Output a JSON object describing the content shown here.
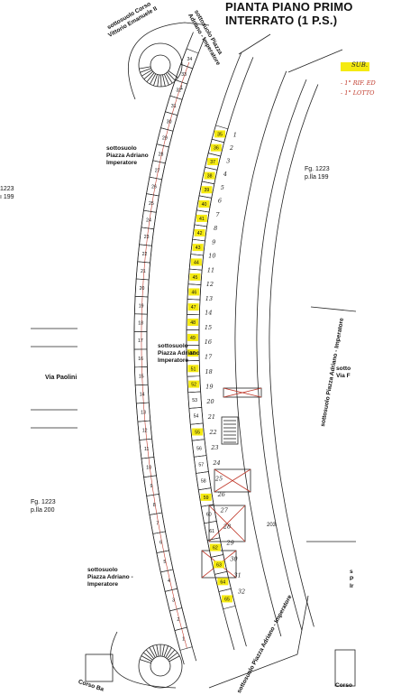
{
  "title": {
    "line1": "PIANTA PIANO PRIMO",
    "line2": "INTERRATO  (1 P.S.)"
  },
  "legend": {
    "highlight_label": "SUB.",
    "line1": "- 1° RIF. ED",
    "line2": "- 1° LOTTO",
    "highlight_color": "#f5ea12",
    "line_color": "#c0392b"
  },
  "labels": {
    "corso_top_1": "sottosuolo Corso",
    "corso_top_2": "Vittorio Emanuele II",
    "piazza_top_1": "sottosuolo Piazza",
    "piazza_top_2": "Adriano - Imperatore",
    "piazza_a_1": "sottosuolo",
    "piazza_a_2": "Piazza Adriano",
    "piazza_a_3": "Imperatore",
    "piazza_b_1": "sottosuolo",
    "piazza_b_2": "Piazza Adriano",
    "piazza_b_3": "Imperatore",
    "piazza_c_1": "sottosuolo",
    "piazza_c_2": "Piazza Adriano -",
    "piazza_c_3": "Imperatore",
    "right_long": "sottosuolo Piazza Adriano - Imperatore",
    "right_long_bottom": "sottosuolo Piazza Adriano - Imperatore",
    "fg_right_1": "Fg. 1223",
    "fg_right_2": "p.lla 199",
    "fg_left_top_1": "1223",
    "fg_left_top_2": "ı 199",
    "fg_left_bottom_1": "Fg. 1223",
    "fg_left_bottom_2": "p.lla 200",
    "via_paolini": "Via Paolini",
    "right_edge_1": "sotto",
    "right_edge_2": "Via F",
    "right_edge_b1": "s",
    "right_edge_b2": "P",
    "right_edge_b3": "Ir",
    "corso_bottom_left": "Corso Ba",
    "corso_bottom_right": "Corso",
    "area_203": "203"
  },
  "inner_boxes": [
    "35",
    "36",
    "37",
    "38",
    "39",
    "40",
    "41",
    "42",
    "43",
    "44",
    "45",
    "46",
    "47",
    "48",
    "49",
    "50",
    "51",
    "52",
    "53",
    "54",
    "55",
    "56",
    "57",
    "58",
    "59",
    "60",
    "61",
    "62",
    "63",
    "64",
    "65"
  ],
  "highlighted_boxes": [
    "35",
    "36",
    "37",
    "38",
    "39",
    "40",
    "41",
    "42",
    "43",
    "44",
    "45",
    "46",
    "47",
    "48",
    "49",
    "50",
    "51",
    "52",
    "55",
    "59",
    "62",
    "63",
    "64",
    "65"
  ],
  "outer_boxes": [
    "1",
    "2",
    "3",
    "4",
    "5",
    "6",
    "7",
    "8",
    "9",
    "10",
    "11",
    "12",
    "13",
    "14",
    "15",
    "16",
    "17",
    "18",
    "19",
    "20",
    "21",
    "22",
    "23",
    "24",
    "25",
    "26",
    "27",
    "28",
    "29",
    "30",
    "31",
    "32",
    "33",
    "34"
  ],
  "handwritten_index": [
    "1",
    "2",
    "3",
    "4",
    "5",
    "6",
    "7",
    "8",
    "9",
    "10",
    "11",
    "12",
    "13",
    "14",
    "15",
    "16",
    "17",
    "18",
    "19",
    "20",
    "21",
    "22",
    "23",
    "24",
    "25",
    "26",
    "27",
    "28",
    "29",
    "30",
    "31",
    "32"
  ],
  "corridor_number": "1"
}
